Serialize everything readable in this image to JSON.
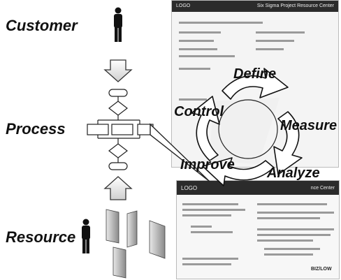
{
  "labels": {
    "customer": "Customer",
    "process": "Process",
    "resource": "Resource"
  },
  "cycle": {
    "steps": [
      "Define",
      "Measure",
      "Analyze",
      "Improve",
      "Control"
    ]
  },
  "document_back": {
    "header_left": "LOGO",
    "header_right": "Six Sigma Project Resource Center"
  },
  "document_front": {
    "header_left": "LOGO",
    "header_right": "nce Center"
  },
  "footer_logo": "BIZ/LOW"
}
